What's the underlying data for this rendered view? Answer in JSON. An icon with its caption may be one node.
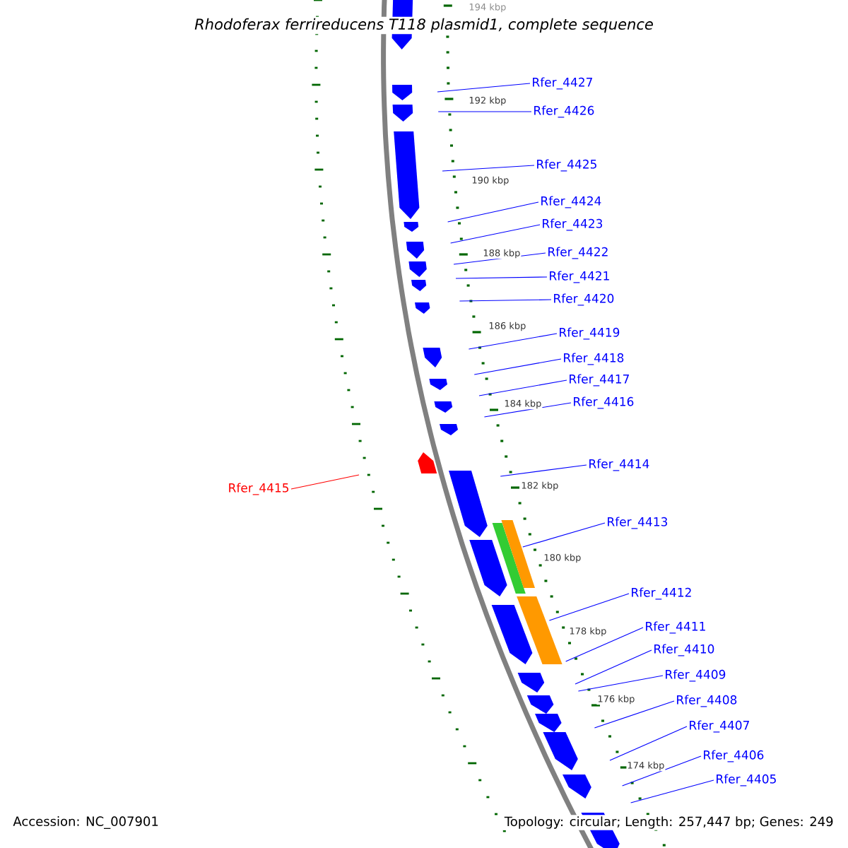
{
  "diagram": {
    "title": "Rhodoferax ferrireducens T118 plasmid1, complete sequence",
    "nodes": [
      {
        "text": [
          "Rfer_4427"
        ]
      },
      {
        "text": [
          "Rfer_4426"
        ]
      },
      {
        "text": [
          "Rfer_4425"
        ]
      },
      {
        "text": [
          "Rfer_4424"
        ]
      },
      {
        "text": [
          "Rfer_4423"
        ]
      },
      {
        "text": [
          "Rfer_4422"
        ]
      },
      {
        "text": [
          "Rfer_4421"
        ]
      },
      {
        "text": [
          "Rfer_4420"
        ]
      },
      {
        "text": [
          "Rfer_4419"
        ]
      },
      {
        "text": [
          "Rfer_4418"
        ]
      },
      {
        "text": [
          "Rfer_4417"
        ]
      },
      {
        "text": [
          "Rfer_4416"
        ]
      },
      {
        "text": [
          "Rfer_4414"
        ]
      },
      {
        "text": [
          "Rfer_4415"
        ]
      },
      {
        "text": [
          "Rfer_4413"
        ]
      },
      {
        "text": [
          "Rfer_4412"
        ]
      },
      {
        "text": [
          "Rfer_4411"
        ]
      },
      {
        "text": [
          "Rfer_4410"
        ]
      },
      {
        "text": [
          "Rfer_4409"
        ]
      },
      {
        "text": [
          "Rfer_4408"
        ]
      },
      {
        "text": [
          "Rfer_4407"
        ]
      },
      {
        "text": [
          "Rfer_4406"
        ]
      },
      {
        "text": [
          "Rfer_4405"
        ]
      }
    ],
    "edges": [
      {
        "from": 0,
        "to": null,
        "arrow": "none"
      },
      {
        "from": 1,
        "to": null,
        "arrow": "none"
      },
      {
        "from": 2,
        "to": null,
        "arrow": "none"
      },
      {
        "from": 3,
        "to": null,
        "arrow": "none"
      },
      {
        "from": 4,
        "to": null,
        "arrow": "none"
      },
      {
        "from": 5,
        "to": null,
        "arrow": "none"
      },
      {
        "from": 6,
        "to": null,
        "arrow": "none"
      },
      {
        "from": 7,
        "to": null,
        "arrow": "none"
      },
      {
        "from": 8,
        "to": null,
        "arrow": "none"
      },
      {
        "from": 9,
        "to": null,
        "arrow": "none"
      },
      {
        "from": 10,
        "to": null,
        "arrow": "none"
      },
      {
        "from": 11,
        "to": null,
        "arrow": "none"
      },
      {
        "from": 12,
        "to": null,
        "arrow": "none"
      },
      {
        "from": 13,
        "to": null,
        "arrow": "none",
        "color": "#ff0000"
      },
      {
        "from": 14,
        "to": null,
        "arrow": "none"
      },
      {
        "from": 15,
        "to": null,
        "arrow": "none"
      },
      {
        "from": 16,
        "to": null,
        "arrow": "none"
      },
      {
        "from": 17,
        "to": null,
        "arrow": "none"
      },
      {
        "from": 18,
        "to": null,
        "arrow": "none"
      },
      {
        "from": 19,
        "to": null,
        "arrow": "none"
      },
      {
        "from": 20,
        "to": null,
        "arrow": "none"
      },
      {
        "from": 21,
        "to": null,
        "arrow": "none"
      },
      {
        "from": 22,
        "to": null,
        "arrow": "none"
      }
    ],
    "labels": [
      "194 kbp",
      "192 kbp",
      "190 kbp",
      "188 kbp",
      "186 kbp",
      "184 kbp",
      "182 kbp",
      "180 kbp",
      "178 kbp",
      "176 kbp",
      "174 kbp",
      "Accession: NC_007901",
      "Topology: circular; Length: 257,447 bp; Genes: 249"
    ]
  }
}
